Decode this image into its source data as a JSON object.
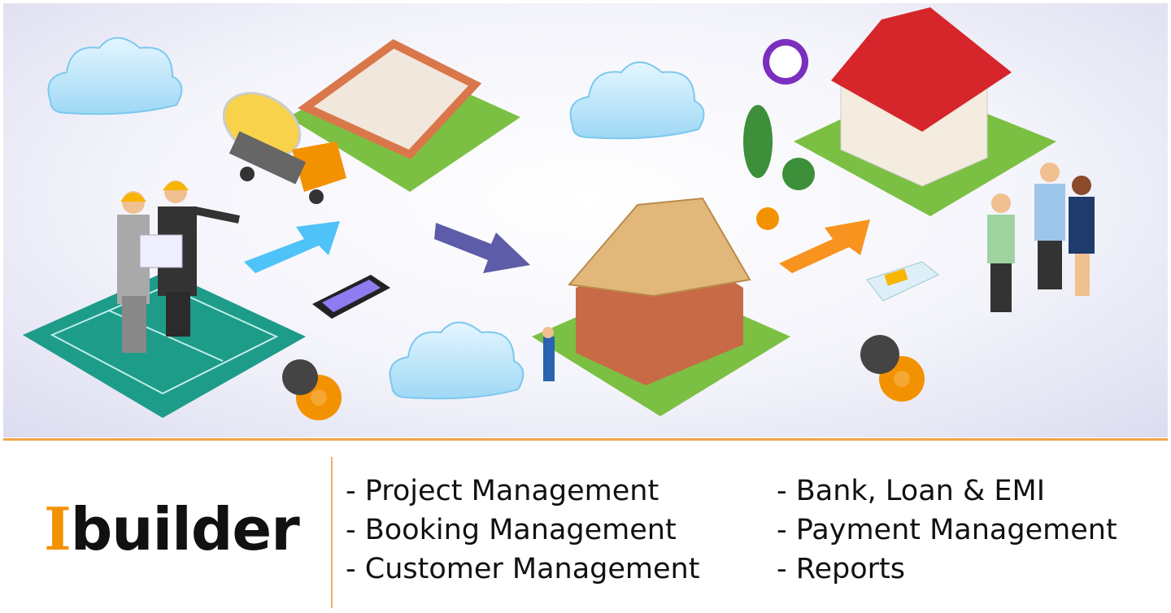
{
  "brand": {
    "logo_initial": "I",
    "logo_rest": "builder",
    "accent_color": "#f39200"
  },
  "features": {
    "column1": [
      "- Project Management",
      "- Booking Management",
      "- Customer Management"
    ],
    "column2": [
      "- Bank, Loan & EMI",
      "- Payment Management",
      "- Reports"
    ]
  },
  "illustration": {
    "icons": [
      "cloud-icon",
      "blueprint-icon",
      "engineers-icon",
      "cement-truck-icon",
      "brick-foundation-icon",
      "arrow-icon",
      "smartphone-icon",
      "gear-icon",
      "house-under-construction-icon",
      "finished-house-icon",
      "business-people-icon"
    ],
    "arrow_colors": [
      "#4fc3f7",
      "#5c5ca8",
      "#f7931e"
    ]
  }
}
